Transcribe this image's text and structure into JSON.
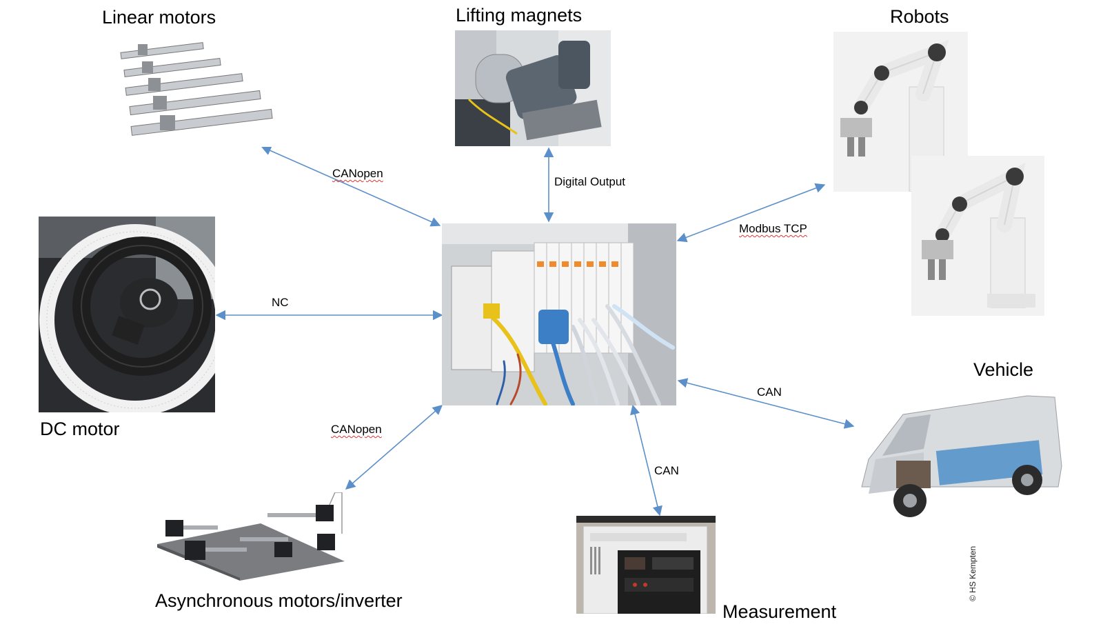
{
  "nodes": {
    "linear_motors": "Linear motors",
    "lifting_magnets": "Lifting magnets",
    "robots": "Robots",
    "dc_motor": "DC motor",
    "vehicle": "Vehicle",
    "async_motors": "Asynchronous motors/inverter",
    "measurement": "Measurement"
  },
  "edges": {
    "linear_motors": "CANopen",
    "lifting_magnets": "Digital Output",
    "robots": "Modbus TCP",
    "dc_motor": "NC",
    "vehicle": "CAN",
    "async_motors": "CANopen",
    "measurement": "CAN"
  },
  "copyright": "© HS Kempten",
  "colors": {
    "arrow": "#5b8fc9",
    "squiggle": "#e03030"
  }
}
